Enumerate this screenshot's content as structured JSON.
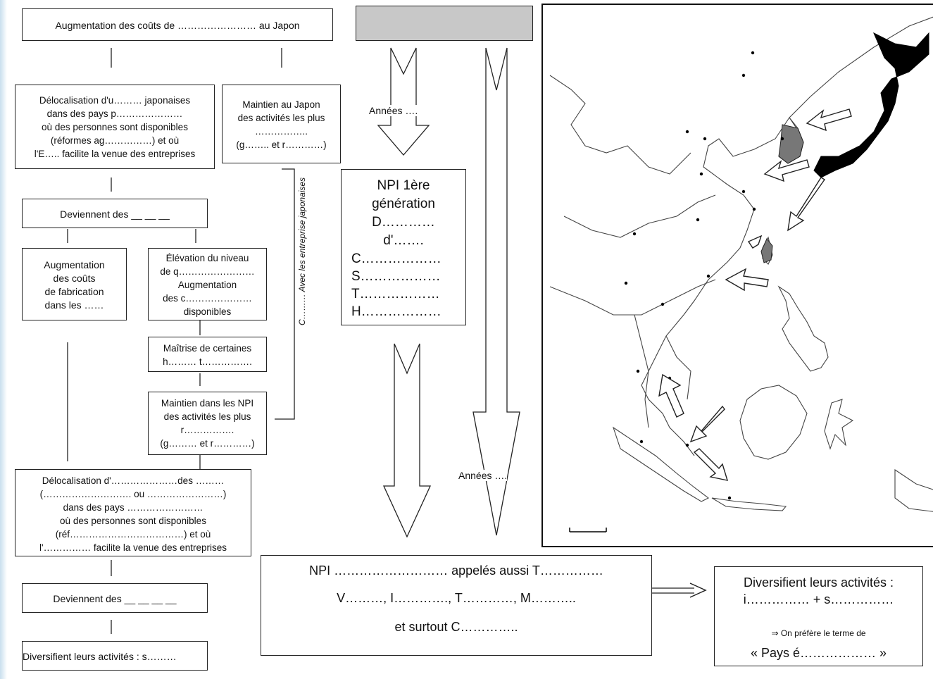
{
  "flow": {
    "top_left": "Augmentation des coûts de …………………… au Japon",
    "deloc1": [
      "Délocalisation d'u……… japonaises",
      "dans des pays p…………………",
      "où des personnes sont disponibles",
      "(réformes ag……………) et où",
      "l'E….. facilite la venue des entreprises"
    ],
    "maintien_japon": [
      "Maintien au Japon",
      "des activités les plus",
      "……………..",
      "(g…….. et r…………)"
    ],
    "deviennent1": "Deviennent des __ __ __",
    "augm_couts": [
      "Augmentation",
      "des coûts",
      "de fabrication",
      "dans les ……"
    ],
    "elevation": [
      "Élévation du niveau",
      "de q……………………",
      "Augmentation",
      "des c…………………",
      "disponibles"
    ],
    "maitrise": [
      "Maîtrise de certaines",
      "h……… t……………."
    ],
    "maintien_npi": [
      "Maintien dans les NPI",
      "des activités les plus",
      "r…………….",
      "(g……… et r…………)"
    ],
    "deloc2": [
      "Délocalisation d'…………………des ………",
      "(………………………. ou ……………………)",
      "dans des pays ……………………",
      "où des personnes sont disponibles",
      "(réf………………………………) et où",
      "l'…………… facilite la venue des entreprises"
    ],
    "deviennent2": "Deviennent des __ __ __ __",
    "diversifient_s": "Diversifient leurs activités : s………",
    "vertical_label": "C……… Avec les entreprise japonaises"
  },
  "middle": {
    "annees1": "Années ….",
    "npi1": [
      "NPI 1ère",
      "génération",
      "D…………",
      "d'……."
    ],
    "npi1_list": [
      "C………………",
      "S………………",
      "T………………",
      "H………………"
    ],
    "annees2": "Années ….",
    "npi_bottom": [
      "NPI ……………………… appelés aussi T……………",
      "V………, I…………., T…………, M………..",
      "et surtout C………….."
    ]
  },
  "right_box": {
    "line1": "Diversifient leurs activités :",
    "line2": "i…………… + s……………",
    "note": "⇒ On préfère le terme de",
    "term": "« Pays é……………… »"
  },
  "colors": {
    "header_fill": "#c8c8c8",
    "country_fill": "#777777",
    "japan_fill": "#000000"
  }
}
